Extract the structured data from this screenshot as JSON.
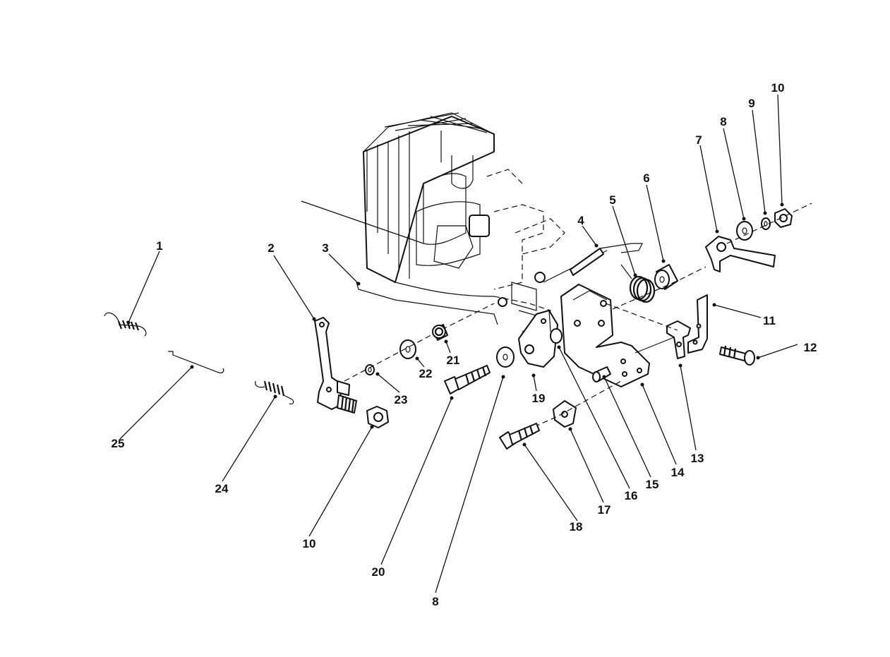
{
  "diagram": {
    "labels": [
      {
        "id": "1",
        "text": "1"
      },
      {
        "id": "2",
        "text": "2"
      },
      {
        "id": "3",
        "text": "3"
      },
      {
        "id": "4",
        "text": "4"
      },
      {
        "id": "5",
        "text": "5"
      },
      {
        "id": "6",
        "text": "6"
      },
      {
        "id": "7",
        "text": "7"
      },
      {
        "id": "8a",
        "text": "8"
      },
      {
        "id": "9",
        "text": "9"
      },
      {
        "id": "10a",
        "text": "10"
      },
      {
        "id": "11",
        "text": "11"
      },
      {
        "id": "12",
        "text": "12"
      },
      {
        "id": "13",
        "text": "13"
      },
      {
        "id": "14",
        "text": "14"
      },
      {
        "id": "15",
        "text": "15"
      },
      {
        "id": "16",
        "text": "16"
      },
      {
        "id": "17",
        "text": "17"
      },
      {
        "id": "18",
        "text": "18"
      },
      {
        "id": "19",
        "text": "19"
      },
      {
        "id": "20",
        "text": "20"
      },
      {
        "id": "21",
        "text": "21"
      },
      {
        "id": "22",
        "text": "22"
      },
      {
        "id": "23",
        "text": "23"
      },
      {
        "id": "24",
        "text": "24"
      },
      {
        "id": "25",
        "text": "25"
      },
      {
        "id": "10b",
        "text": "10"
      },
      {
        "id": "8b",
        "text": "8"
      }
    ]
  }
}
